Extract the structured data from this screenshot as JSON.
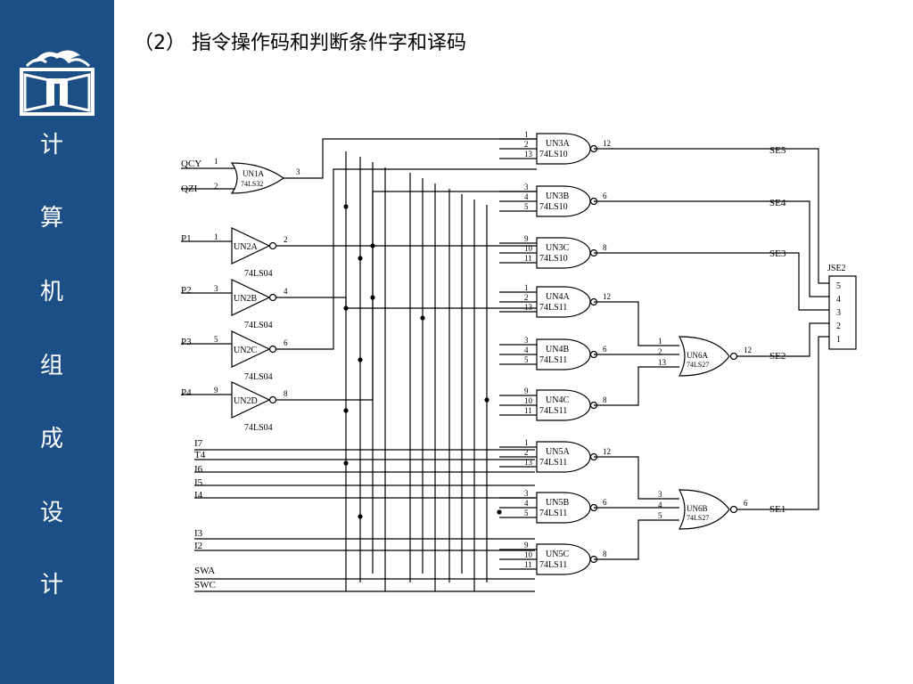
{
  "slide_title": "（2） 指令操作码和判断条件字和译码",
  "sidebar": {
    "chars": [
      "计",
      "算",
      "机",
      "组",
      "成",
      "设",
      "计"
    ]
  },
  "diagram": {
    "inputs": [
      "QCY",
      "QZI",
      "P1",
      "P2",
      "P3",
      "P4",
      "I7",
      "T4",
      "I6",
      "I5",
      "I4",
      "I3",
      "I2",
      "SWA",
      "SWC"
    ],
    "input_pins": [
      "1",
      "2",
      "1",
      "3",
      "5",
      "9"
    ],
    "or_gate": {
      "name": "UN1A",
      "part": "74LS32",
      "out_pin": "3"
    },
    "inverters": [
      {
        "name": "UN2A",
        "part": "74LS04",
        "out_pin": "2"
      },
      {
        "name": "UN2B",
        "part": "74LS04",
        "out_pin": "4"
      },
      {
        "name": "UN2C",
        "part": "74LS04",
        "out_pin": "6"
      },
      {
        "name": "UN2D",
        "part": "74LS04",
        "out_pin": "8"
      }
    ],
    "nand_gates": [
      {
        "name": "UN3A",
        "part": "74LS10",
        "pins": [
          "1",
          "2",
          "13"
        ],
        "out": "12"
      },
      {
        "name": "UN3B",
        "part": "74LS10",
        "pins": [
          "3",
          "4",
          "5"
        ],
        "out": "6"
      },
      {
        "name": "UN3C",
        "part": "74LS10",
        "pins": [
          "9",
          "10",
          "11"
        ],
        "out": "8"
      },
      {
        "name": "UN4A",
        "part": "74LS11",
        "pins": [
          "1",
          "2",
          "13"
        ],
        "out": "12"
      },
      {
        "name": "UN4B",
        "part": "74LS11",
        "pins": [
          "3",
          "4",
          "5"
        ],
        "out": "6"
      },
      {
        "name": "UN4C",
        "part": "74LS11",
        "pins": [
          "9",
          "10",
          "11"
        ],
        "out": "8"
      },
      {
        "name": "UN5A",
        "part": "74LS11",
        "pins": [
          "1",
          "2",
          "13"
        ],
        "out": "12"
      },
      {
        "name": "UN5B",
        "part": "74LS11",
        "pins": [
          "3",
          "4",
          "5"
        ],
        "out": "6"
      },
      {
        "name": "UN5C",
        "part": "74LS11",
        "pins": [
          "9",
          "10",
          "11"
        ],
        "out": "8"
      }
    ],
    "nor_gates": [
      {
        "name": "UN6A",
        "part": "74LS27",
        "pins": [
          "1",
          "2",
          "13"
        ],
        "out": "12"
      },
      {
        "name": "UN6B",
        "part": "74LS27",
        "pins": [
          "3",
          "4",
          "5"
        ],
        "out": "6"
      }
    ],
    "outputs": [
      "SE5",
      "SE4",
      "SE3",
      "SE2",
      "SE1"
    ],
    "connector": {
      "name": "JSE2",
      "pins": [
        "5",
        "4",
        "3",
        "2",
        "1"
      ]
    }
  }
}
